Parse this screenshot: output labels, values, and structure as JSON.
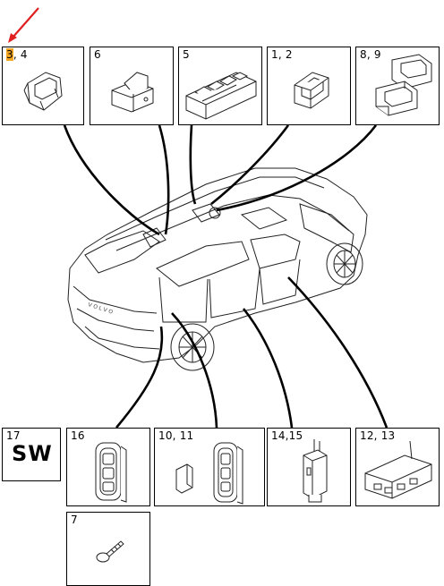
{
  "callouts": {
    "box_3_4": {
      "hl": "3",
      "rest": ", 4"
    },
    "box_6": "6",
    "box_5": "5",
    "box_1_2": "1, 2",
    "box_8_9": "8, 9",
    "box_17": "17",
    "box_17_text": "SW",
    "box_16": "16",
    "box_10_11": "10, 11",
    "box_14_15": "14,15",
    "box_12_13": "12, 13",
    "box_7": "7"
  },
  "colors": {
    "highlight": "#f5a623",
    "pointer_arrow": "#e02020",
    "lines": "#000000"
  }
}
